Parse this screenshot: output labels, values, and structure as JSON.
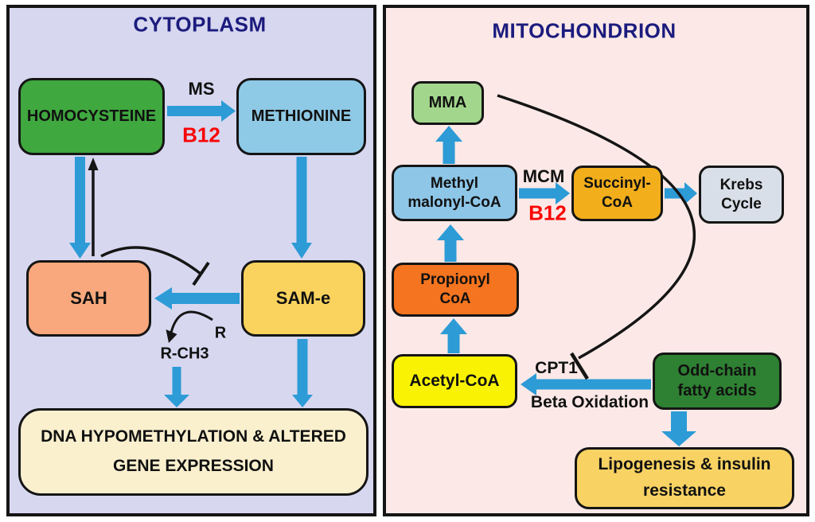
{
  "cytoplasm": {
    "title": "CYTOPLASM",
    "nodes": {
      "homocysteine": "HOMOCYSTEINE",
      "methionine": "METHIONINE",
      "sah": "SAH",
      "sam_e": "SAM-e",
      "dna_outcome": "DNA HYPOMETHYLATION & ALTERED\nGENE EXPRESSION"
    },
    "labels": {
      "enzyme_ms": "MS",
      "cofactor_b12": "B12",
      "r": "R",
      "r_ch3": "R-CH3"
    }
  },
  "mitochondrion": {
    "title": "MITOCHONDRION",
    "nodes": {
      "mma": "MMA",
      "methylmalonyl_coa": "Methyl\nmalonyl-CoA",
      "succinyl_coa": "Succinyl-\nCoA",
      "krebs_cycle": "Krebs\nCycle",
      "propionyl_coa": "Propionyl\nCoA",
      "acetyl_coa": "Acetyl-CoA",
      "odd_chain_fatty_acids": "Odd-chain\nfatty acids",
      "lipogenesis": "Lipogenesis & insulin\nresistance"
    },
    "labels": {
      "enzyme_mcm": "MCM",
      "cofactor_b12": "B12",
      "cpt1": "CPT1",
      "beta_oxidation": "Beta Oxidation"
    }
  },
  "colors": {
    "cytoplasm_bg": "#d7d7f0",
    "mitochondrion_bg": "#fce9e7",
    "title_navy": "#1c1c7e",
    "b12_red": "#fa0505",
    "arrow_blue": "#2c9bd6",
    "inhibition_black": "#151515",
    "homocysteine_green": "#3fa83f",
    "methionine_blue": "#8ec9e6",
    "sah_salmon": "#f8a87c",
    "sam_e_gold": "#fad35e",
    "dna_cream": "#fbf0ce",
    "mma_green": "#a2d68c",
    "methylmalonyl_blue": "#8ec6e8",
    "succinyl_amber": "#f2ae1b",
    "krebs_gray": "#d9dfe8",
    "propionyl_orange": "#f4741f",
    "acetyl_yellow": "#f9f303",
    "odd_chain_darkgreen": "#2e8032",
    "lipogenesis_gold": "#f8d263"
  }
}
